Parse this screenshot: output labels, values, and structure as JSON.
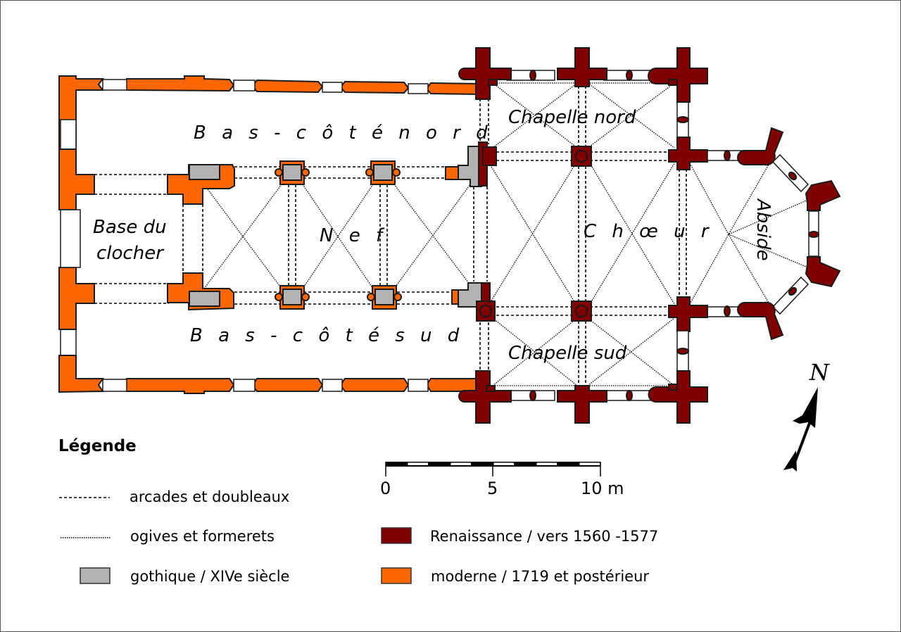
{
  "rooms": {
    "north_aisle": "B a s - c ô t é  n o r d",
    "south_aisle": "B a s - c ô t é  s u d",
    "tower_base_line1": "Base du",
    "tower_base_line2": "clocher",
    "nave": "N e f",
    "north_chapel": "Chapelle nord",
    "south_chapel": "Chapelle sud",
    "choir": "C h œ u r",
    "apse": "Abside"
  },
  "north_arrow": {
    "label": "N",
    "icon": "north-arrow-icon"
  },
  "legend": {
    "title": "Légende",
    "items": [
      {
        "key": "arcades",
        "label": "arcades et doubleaux",
        "symbol": "dashed-line"
      },
      {
        "key": "ogives",
        "label": "ogives et formerets",
        "symbol": "dotted-line"
      },
      {
        "key": "gothic",
        "label": "gothique / XIVe siècle",
        "symbol": "swatch",
        "color": "#b3b3b3"
      },
      {
        "key": "renaissance",
        "label": "Renaissance / vers 1560 -1577",
        "symbol": "swatch",
        "color": "#800000"
      },
      {
        "key": "modern",
        "label": "moderne / 1719 et postérieur",
        "symbol": "swatch",
        "color": "#ff6600"
      }
    ]
  },
  "scale_bar": {
    "ticks": [
      "0",
      "5",
      "10 m"
    ],
    "segments": 10,
    "unit": "m"
  },
  "colors": {
    "gothic": "#b3b3b3",
    "renaissance": "#800000",
    "modern": "#ff6600"
  }
}
